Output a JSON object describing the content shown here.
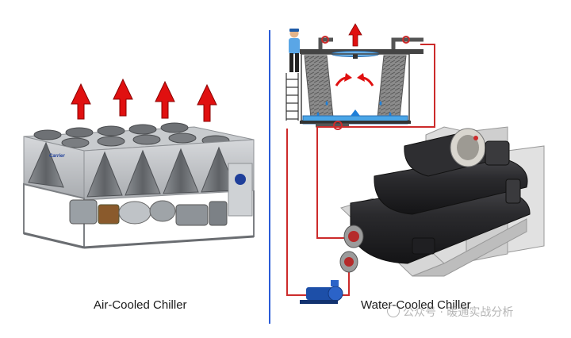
{
  "left_panel": {
    "caption": "Air-Cooled Chiller",
    "logo_text": "Carrier"
  },
  "right_panel": {
    "caption": "Water-Cooled Chiller"
  },
  "watermark": {
    "text": "公众号 · 暖通实战分析"
  },
  "colors": {
    "arrow_red": "#e01010",
    "pipe_red": "#cc2b2b",
    "water_blue": "#1e7fd8",
    "divider_blue": "#2a5bd7",
    "chiller_dark": "#2b2b2e",
    "panel_grey": "#b9bcc0"
  }
}
